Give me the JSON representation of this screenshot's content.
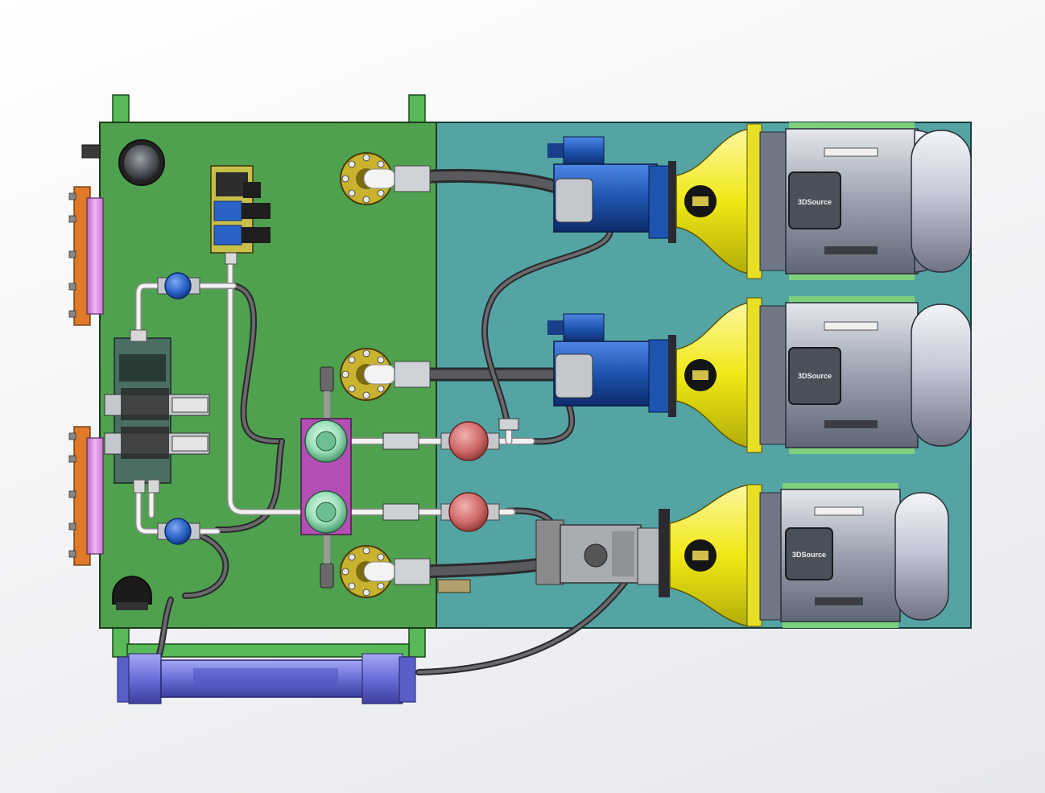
{
  "motors": [
    {
      "id": "motor-top",
      "brand": "3DSource"
    },
    {
      "id": "motor-middle",
      "brand": "3DSource"
    },
    {
      "id": "motor-bottom",
      "brand": "3DSource"
    }
  ],
  "colors": {
    "tank": "#4fa14f",
    "base": "#54a4a4",
    "frame": "#57b957",
    "bellhousing": "#f0e815",
    "pump": "#1e54b0",
    "motor_body": "#8e96a4",
    "motor_stripe": "#7ed07e",
    "end_cap": "#c8cbd6",
    "hose": "#4c4c4e",
    "filter_green": "#9ee0ba",
    "manifold_purple": "#b44eb4",
    "check_red": "#cf6a6a",
    "ball_valve_blue": "#2a63c8",
    "flange_gold": "#c9b32e",
    "cleanout_orange": "#e07a28",
    "cleanout_pink": "#e39ae8",
    "heat_exchanger": "#6a6ed8",
    "tube": "#f2f2f2"
  }
}
